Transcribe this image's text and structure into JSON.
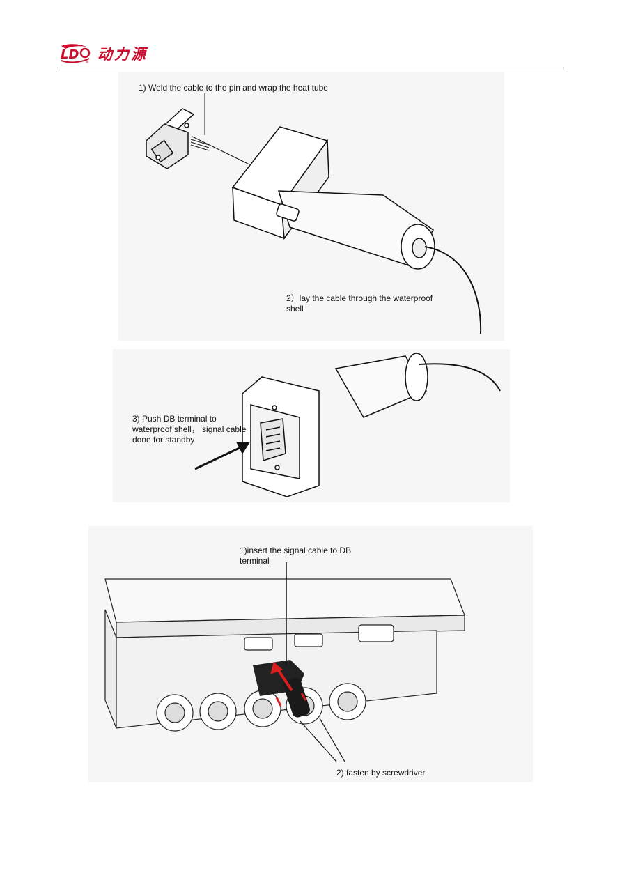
{
  "header": {
    "brand_name": "动力源",
    "logo_icon": "dld-logo-icon",
    "brand_color": "#c8102e"
  },
  "figure1": {
    "step1": "1) Weld the cable to the pin and wrap the heat tube",
    "step2_line1": "2）lay the cable through the waterproof",
    "step2_line2": "shell"
  },
  "figure2": {
    "step3_line1": "3) Push DB terminal to",
    "step3_line2": "waterproof shell， signal cable",
    "step3_line3": "done for standby"
  },
  "figure3": {
    "step1_line1": "1)insert the signal cable to DB",
    "step1_line2": "terminal",
    "step2": "2) fasten by screwdriver"
  }
}
